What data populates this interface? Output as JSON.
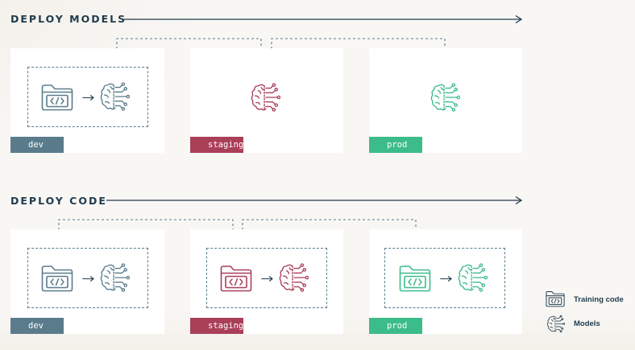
{
  "sections": {
    "deploy_models": {
      "title": "DEPLOY MODELS"
    },
    "deploy_code": {
      "title": "DEPLOY CODE"
    }
  },
  "environments": {
    "dev": "dev",
    "staging": "staging",
    "prod": "prod"
  },
  "legend": {
    "training_code": "Training code",
    "models": "Models"
  },
  "colors": {
    "dev": "#5a7b8c",
    "staging": "#aa3f58",
    "prod": "#3dbc8b",
    "title": "#1f3b4d",
    "arrow": "#1f3b4d"
  },
  "icons": {
    "code": "folder-code-icon",
    "model": "brain-circuit-icon",
    "flow": "arrow-right-icon"
  }
}
